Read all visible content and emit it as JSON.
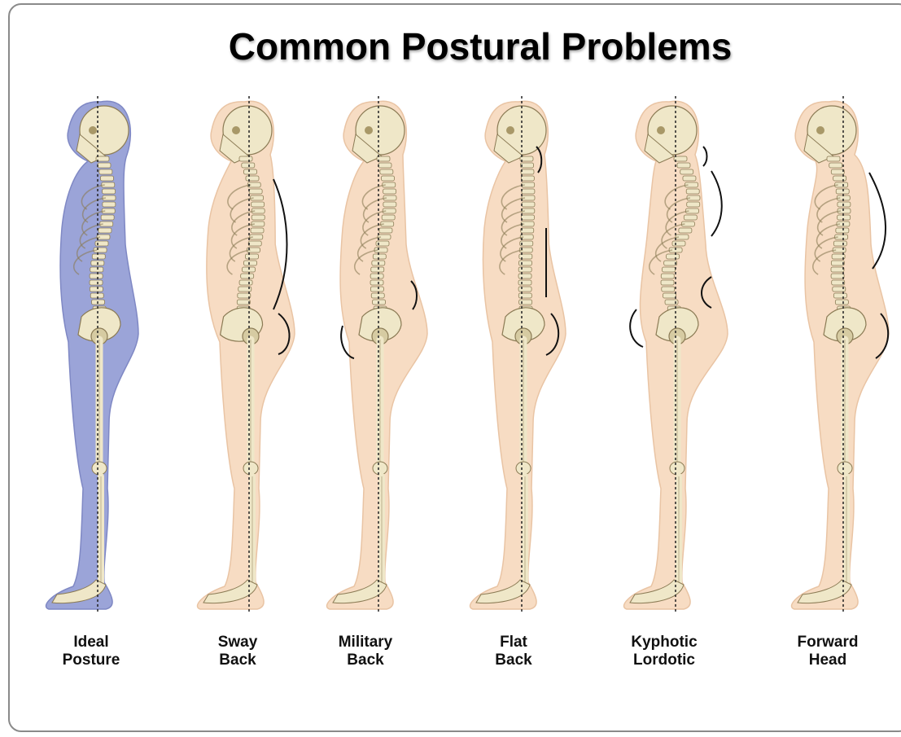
{
  "title": "Common Postural Problems",
  "colors": {
    "ideal_body": "#9ba4d8",
    "problem_body": "#f7dcc3",
    "bone": "#efe7c8",
    "bone_outline": "#8b7b55",
    "plumb_line": "#222222",
    "frame": "#8a8a8a"
  },
  "postures": [
    {
      "line1": "Ideal",
      "line2": "Posture",
      "variant": "ideal"
    },
    {
      "line1": "Sway",
      "line2": "Back",
      "variant": "sway"
    },
    {
      "line1": "Military",
      "line2": "Back",
      "variant": "military"
    },
    {
      "line1": "Flat",
      "line2": "Back",
      "variant": "flat"
    },
    {
      "line1": "Kyphotic",
      "line2": "Lordotic",
      "variant": "kyphotic"
    },
    {
      "line1": "Forward",
      "line2": "Head",
      "variant": "forward"
    }
  ]
}
